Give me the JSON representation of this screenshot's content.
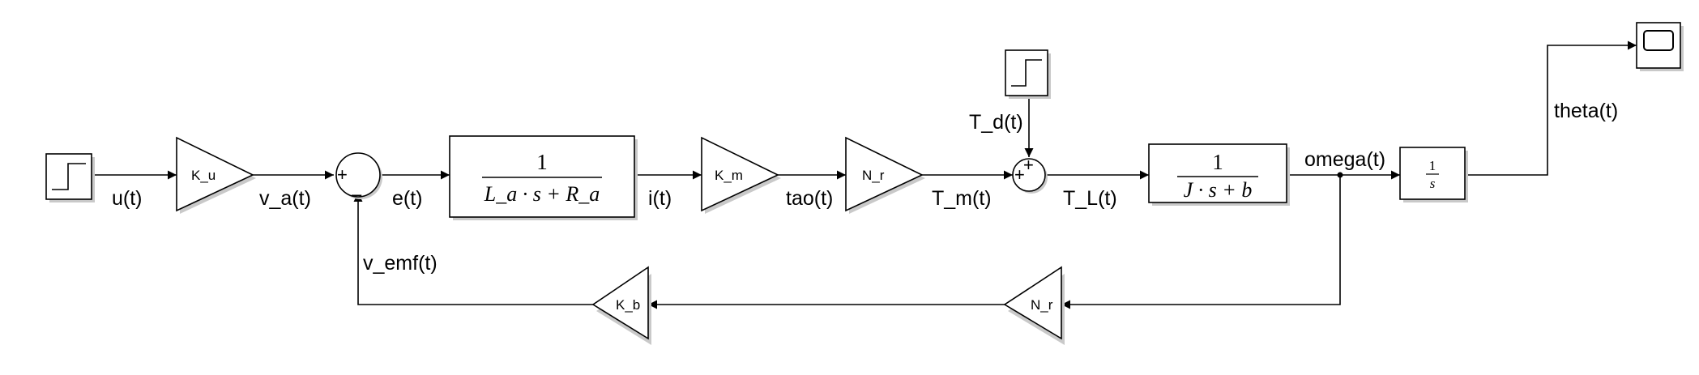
{
  "signals": {
    "u": "u(t)",
    "v_a": "v_a(t)",
    "e": "e(t)",
    "i": "i(t)",
    "tao": "tao(t)",
    "T_m": "T_m(t)",
    "T_d": "T_d(t)",
    "T_L": "T_L(t)",
    "omega": "omega(t)",
    "theta": "theta(t)",
    "v_emf": "v_emf(t)"
  },
  "gains": {
    "K_u": "K_u",
    "K_m": "K_m",
    "N_r_forward": "N_r",
    "N_r_feedback": "N_r",
    "K_b": "K_b"
  },
  "transfer_functions": {
    "electrical": {
      "numerator": "1",
      "denominator": "L_a · s + R_a"
    },
    "mechanical": {
      "numerator": "1",
      "denominator": "J · s + b"
    },
    "integrator": {
      "numerator": "1",
      "denominator": "s"
    }
  },
  "sum_signs": {
    "error_sum": [
      "+",
      "–"
    ],
    "torque_sum": [
      "+",
      "+"
    ]
  },
  "icons": [
    "step-source-icon",
    "step-disturbance-icon",
    "scope-icon"
  ]
}
